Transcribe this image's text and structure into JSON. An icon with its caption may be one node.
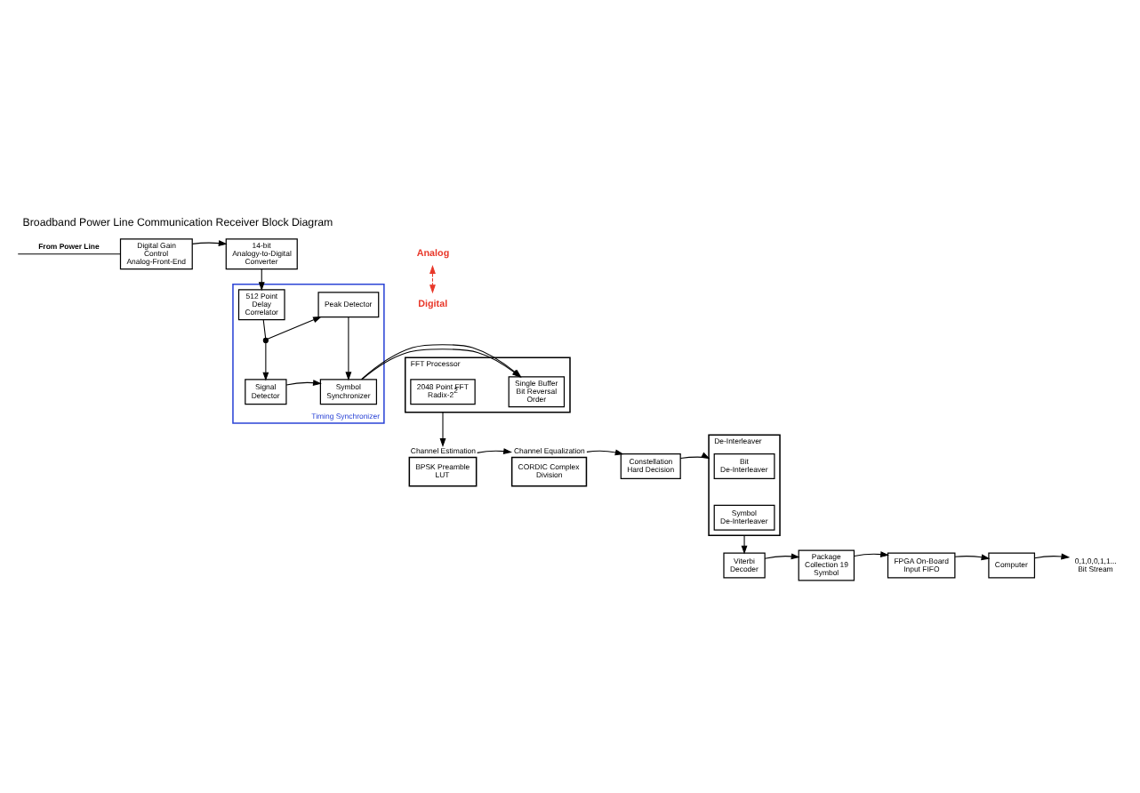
{
  "diagram": {
    "title": "Broadband Power Line Communication Receiver Block Diagram",
    "nodes": [
      {
        "text": [
          "Digital Gain Control Analog-Front-End"
        ]
      },
      {
        "text": [
          "14-bit Analogy-to-Digital Converter"
        ]
      },
      {
        "text": [
          "Timing Synchronizer"
        ]
      },
      {
        "text": [
          "Peak Detector"
        ],
        "in": 2
      },
      {
        "text": [
          "512 Point Delay Correlator"
        ],
        "in": 2
      },
      {
        "text": [
          "Symbol Synchronizer"
        ],
        "in": 2
      },
      {
        "text": [
          "Signal Detector"
        ],
        "in": 2
      },
      {
        "text": [],
        "shape": "point",
        "in": 2
      },
      {
        "text": [
          "FFT Processor"
        ]
      },
      {
        "text": [
          "Single Buffer Bit Reversal Order"
        ],
        "in": 8
      },
      {
        "text": [
          "2048 Point FFT Radix-2$^{2}$"
        ],
        "in": 8
      },
      {
        "text": [
          "BPSK Preamble LUT"
        ],
        "beside": [
          "Channel Estimation"
        ]
      },
      {
        "text": [
          "CORDIC Complex Division"
        ],
        "beside": [
          "Channel Equalization"
        ]
      },
      {
        "text": [
          "Constellation Hard Decision"
        ]
      },
      {
        "text": [
          "De-Interleaver"
        ]
      },
      {
        "text": [
          "Bit De-Interleaver"
        ],
        "in": 14
      },
      {
        "text": [
          "Symbol De-Interleaver"
        ],
        "in": 14
      },
      {
        "text": [
          "Viterbi Decoder"
        ]
      },
      {
        "text": [
          "Package Collection 19 Symbol"
        ]
      },
      {
        "text": [
          "FPGA On-Board Input FIFO"
        ]
      },
      {
        "text": [
          "Computer"
        ]
      },
      {
        "text": [
          "0,1,0,0,1,1... Bit Stream"
        ]
      }
    ],
    "edges": [
      {
        "from": null,
        "to": 0,
        "arrow": "none",
        "label": "From Power Line"
      },
      {
        "from": 0,
        "to": 1,
        "arrow": "to"
      },
      {
        "from": 1,
        "to": 4,
        "arrow": "to"
      },
      {
        "from": 4,
        "to": 7,
        "arrow": "none"
      },
      {
        "from": 7,
        "to": 3,
        "arrow": "to"
      },
      {
        "from": 7,
        "to": 6,
        "arrow": "to"
      },
      {
        "from": 3,
        "to": 5,
        "arrow": "to"
      },
      {
        "from": 6,
        "to": 5,
        "arrow": "to"
      },
      {
        "from": 5,
        "to": 8,
        "arrow": "to"
      },
      {
        "from": 8,
        "to": 11,
        "arrow": "to"
      },
      {
        "from": 11,
        "to": 12,
        "arrow": "to"
      },
      {
        "from": 12,
        "to": 13,
        "arrow": "to"
      },
      {
        "from": 13,
        "to": 14,
        "arrow": "to"
      },
      {
        "from": 14,
        "to": 17,
        "arrow": "to"
      },
      {
        "from": 17,
        "to": 18,
        "arrow": "to"
      },
      {
        "from": 18,
        "to": 19,
        "arrow": "to"
      },
      {
        "from": 19,
        "to": 20,
        "arrow": "to"
      },
      {
        "from": 20,
        "to": 21,
        "arrow": "to"
      }
    ],
    "labels": [
      "Analog",
      "Digital"
    ]
  }
}
